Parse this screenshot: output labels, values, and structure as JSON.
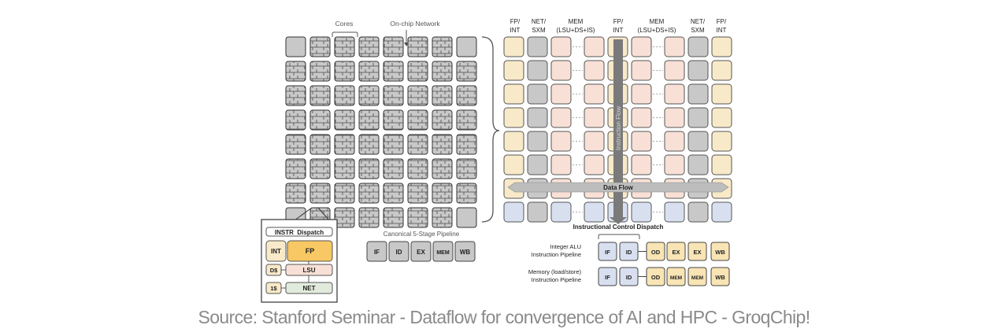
{
  "left_panel": {
    "labels": {
      "cores": "Cores",
      "network": "On-chip Network"
    },
    "pipeline_title": "Canonical 5-Stage Pipeline",
    "pipeline_stages": [
      "IF",
      "ID",
      "EX",
      "MEM",
      "WB"
    ],
    "inset": {
      "header": "INSTR  Dispatch",
      "int": "INT",
      "fp": "FP",
      "dcache": "D$",
      "lsu": "LSU",
      "icache": "1$",
      "net": "NET"
    }
  },
  "right_panel": {
    "column_headers": [
      [
        "FP/",
        "INT"
      ],
      [
        "NET/",
        "SXM"
      ],
      [
        "MEM",
        "(LSU+DS+IS)"
      ],
      [
        "FP/",
        "INT"
      ],
      [
        "MEM",
        "(LSU+DS+IS)"
      ],
      [
        "NET/",
        "SXM"
      ],
      [
        "FP/",
        "INT"
      ]
    ],
    "instruction_flow": "Instruction Flow",
    "data_flow": "Data Flow",
    "dispatch_title": "Instructional Control Dispatch",
    "pipelines": [
      {
        "name": [
          "Integer ALU",
          "Instruction Pipeline"
        ],
        "stages": [
          "IF",
          "ID",
          "OD",
          "EX",
          "EX",
          "WB"
        ]
      },
      {
        "name": [
          "Memory (load/store)",
          "Instruction Pipeline"
        ],
        "stages": [
          "IF",
          "ID",
          "OD",
          "MEM",
          "MEM",
          "WB"
        ]
      }
    ]
  },
  "caption": "Source: Stanford Seminar - Dataflow for convergence of AI and HPC - GroqChip!",
  "colors": {
    "fp": "#f8e9c8",
    "net": "#c8c8c8",
    "mem": "#f8e0d6",
    "dispatch": "#d8e0f0",
    "core": "#c8c8c8",
    "fp_highlight": "#f7c863",
    "stage_ylw": "#f8e4b4"
  }
}
